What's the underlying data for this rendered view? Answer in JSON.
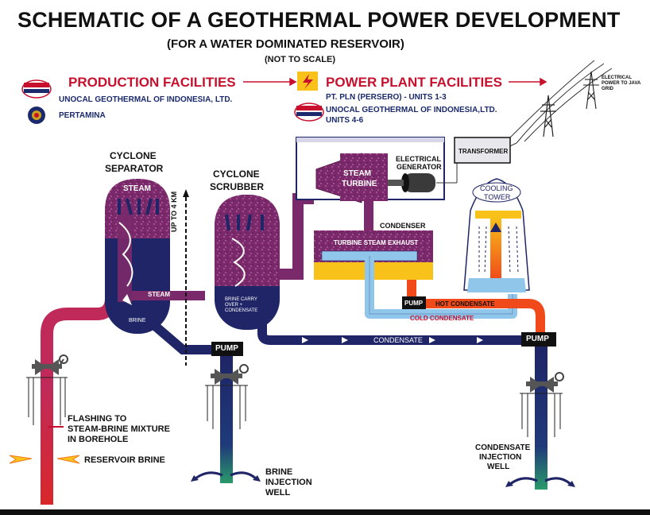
{
  "title": "SCHEMATIC OF A GEOTHERMAL POWER DEVELOPMENT",
  "subtitle": "(FOR A WATER DOMINATED RESERVOIR)",
  "note": "(NOT TO SCALE)",
  "legend": {
    "production_heading": "PRODUCTION FACILITIES",
    "power_heading": "POWER PLANT FACILITIES",
    "unocal_left": "UNOCAL GEOTHERMAL OF INDONESIA, LTD.",
    "pertamina": "PERTAMINA",
    "pln": "PT. PLN (PERSERO) - UNITS 1-3",
    "unocal_right_1": "UNOCAL GEOTHERMAL OF INDONESIA,LTD.",
    "unocal_right_2": "UNITS 4-6"
  },
  "components": {
    "cyclone_separator_1": "CYCLONE",
    "cyclone_separator_2": "SEPARATOR",
    "cyclone_scrubber_1": "CYCLONE",
    "cyclone_scrubber_2": "SCRUBBER",
    "steam_top": "STEAM",
    "steam_pipe": "STEAM",
    "brine": "BRINE",
    "brine_carry_over": "BRINE CARRY OVER + CONDENSATE",
    "up_to_4km": "UP TO 4 KM",
    "steam_turbine_1": "STEAM",
    "steam_turbine_2": "TURBINE",
    "electrical_generator_1": "ELECTRICAL",
    "electrical_generator_2": "GENERATOR",
    "transformer": "TRANSFORMER",
    "electrical_power": "ELECTRICAL POWER TO JAVA GRID",
    "cooling_tower_1": "COOLING",
    "cooling_tower_2": "TOWER",
    "condenser": "CONDENSER",
    "turbine_steam_exhaust": "TURBINE STEAM EXHAUST",
    "pump_small": "PUMP",
    "hot_condensate": "HOT CONDENSATE",
    "cold_condensate": "COLD CONDENSATE",
    "condensate_line": "CONDENSATE",
    "pump_center": "PUMP",
    "pump_right": "PUMP",
    "flashing_1": "FLASHING TO",
    "flashing_2": "STEAM-BRINE MIXTURE",
    "flashing_3": "IN BOREHOLE",
    "reservoir_brine": "RESERVOIR BRINE",
    "brine_injection_1": "BRINE",
    "brine_injection_2": "INJECTION",
    "brine_injection_3": "WELL",
    "condensate_injection_1": "CONDENSATE",
    "condensate_injection_2": "INJECTION",
    "condensate_injection_3": "WELL"
  },
  "colors": {
    "brand_red": "#c8102e",
    "navy": "#1f2566",
    "steam_purple": "#8a2a6e",
    "pipe_pink": "#c02a5a",
    "condenser_blue": "#8fc6ea",
    "hot_orange": "#f04a1a",
    "condenser_yellow": "#f8c21a"
  }
}
